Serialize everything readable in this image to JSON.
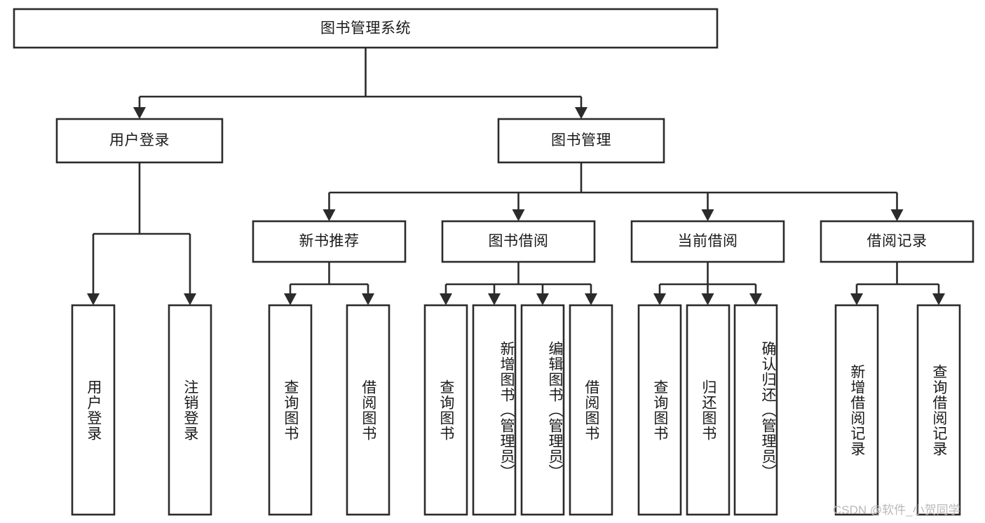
{
  "diagram": {
    "type": "tree",
    "title_node": "图书管理系统",
    "watermark": "CSDN @软件_小贺同学",
    "colors": {
      "stroke": "#2b2b2b",
      "fill": "#ffffff",
      "text": "#1a1a1a",
      "watermark": "#b9b9b9"
    },
    "nodes": {
      "root": {
        "label": "图书管理系统"
      },
      "level1": [
        {
          "id": "user-login",
          "label": "用户登录"
        },
        {
          "id": "book-management",
          "label": "图书管理"
        }
      ],
      "level2": [
        {
          "id": "new-book-recommend",
          "label": "新书推荐"
        },
        {
          "id": "book-borrow",
          "label": "图书借阅"
        },
        {
          "id": "current-borrow",
          "label": "当前借阅"
        },
        {
          "id": "borrow-record",
          "label": "借阅记录"
        }
      ],
      "leaves": [
        {
          "id": "leaf-user-login",
          "label": "用户登录",
          "parent": "user-login"
        },
        {
          "id": "leaf-logout-login",
          "label": "注销登录",
          "parent": "user-login"
        },
        {
          "id": "leaf-query-book-1",
          "label": "查询图书",
          "parent": "new-book-recommend"
        },
        {
          "id": "leaf-borrow-book-1",
          "label": "借阅图书",
          "parent": "new-book-recommend"
        },
        {
          "id": "leaf-query-book-2",
          "label": "查询图书",
          "parent": "book-borrow"
        },
        {
          "id": "leaf-add-book",
          "label": "新增图书（管理员）",
          "parent": "book-borrow"
        },
        {
          "id": "leaf-edit-book",
          "label": "编辑图书（管理员）",
          "parent": "book-borrow"
        },
        {
          "id": "leaf-borrow-book-2",
          "label": "借阅图书",
          "parent": "book-borrow"
        },
        {
          "id": "leaf-query-book-3",
          "label": "查询图书",
          "parent": "current-borrow"
        },
        {
          "id": "leaf-return-book",
          "label": "归还图书",
          "parent": "current-borrow"
        },
        {
          "id": "leaf-confirm-return",
          "label": "确认归还（管理员）",
          "parent": "current-borrow"
        },
        {
          "id": "leaf-add-record",
          "label": "新增借阅记录",
          "parent": "borrow-record"
        },
        {
          "id": "leaf-query-record",
          "label": "查询借阅记录",
          "parent": "borrow-record"
        }
      ]
    }
  }
}
